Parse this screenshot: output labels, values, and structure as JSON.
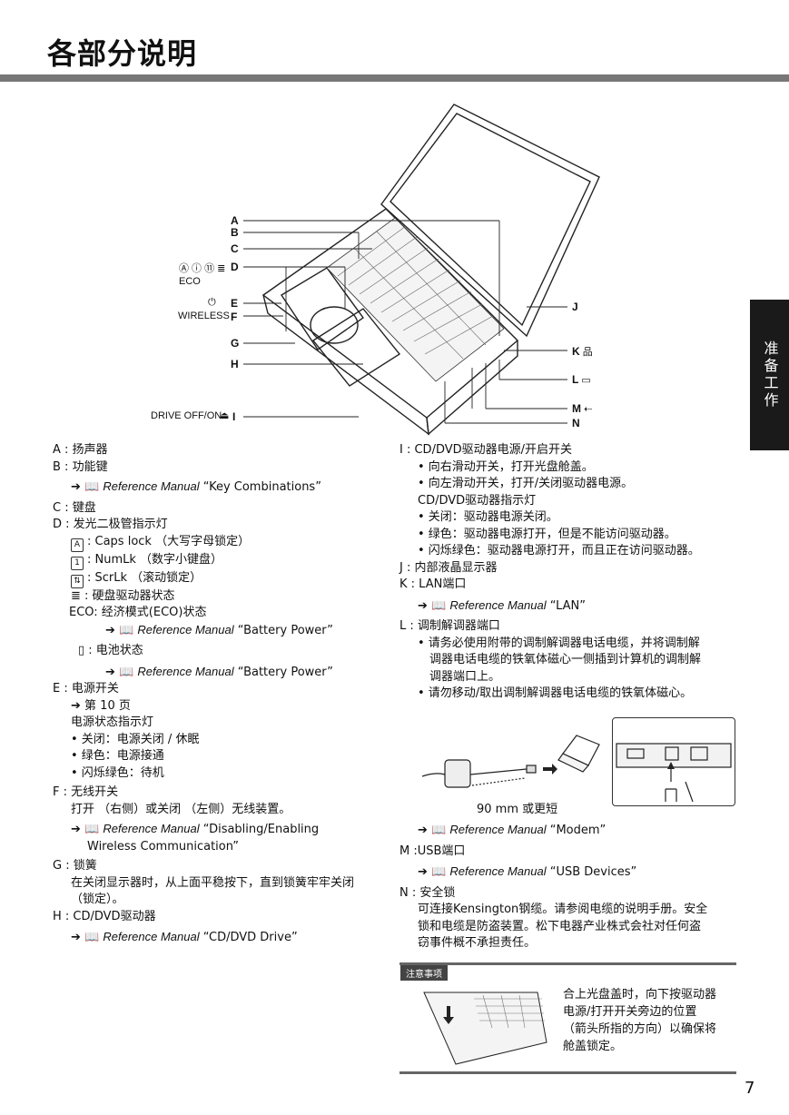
{
  "header": {
    "title": "各部分说明",
    "side_tab": "准备工作"
  },
  "figure": {
    "callouts": {
      "A": "A",
      "B": "B",
      "C": "C",
      "D": "D",
      "E": "E",
      "F": "F",
      "G": "G",
      "H": "H",
      "I": "I",
      "J": "J",
      "K": "K",
      "L": "L",
      "M": "M",
      "N": "N",
      "eco": "ECO",
      "wireless": "WIRELESS",
      "drive": "DRIVE OFF/ON"
    }
  },
  "left_col": {
    "A": "A : 扬声器",
    "B": "B : 功能键",
    "B_ref": "Reference Manual",
    "B_ref_q": "“Key Combinations”",
    "C": "C : 键盘",
    "D": "D : 发光二极管指示灯",
    "D1_icon": "A",
    "D1": ": Caps lock （大写字母锁定）",
    "D2_icon": "1",
    "D2": ": NumLk （数字小键盘）",
    "D3_icon": "⇅",
    "D3": ": ScrLk （滚动锁定）",
    "D4": ": 硬盘驱动器状态",
    "D5_eco": "ECO",
    "D5": ": 经济模式(ECO)状态",
    "D5_ref": "Reference Manual",
    "D5_ref_q": "“Battery Power”",
    "D6": ": 电池状态",
    "D6_ref": "Reference Manual",
    "D6_ref_q": "“Battery Power”",
    "E": "E : 电源开关",
    "E_page": "第 10 页",
    "E_led": "电源状态指示灯",
    "E_b1": "• 关闭：电源关闭 / 休眠",
    "E_b2": "• 绿色：电源接通",
    "E_b3": "• 闪烁绿色：待机",
    "F": "F : 无线开关",
    "F_desc": "打开 （右侧）或关闭 （左侧）无线装置。",
    "F_ref": "Reference Manual",
    "F_ref_q": "“Disabling/Enabling",
    "F_ref_q2": "Wireless Communication”",
    "G": "G : 锁簧",
    "G_d1": "在关闭显示器时，从上面平稳按下，直到锁簧牢牢关闭",
    "G_d2": "（锁定）。",
    "H": "H : CD/DVD驱动器",
    "H_ref": "Reference Manual",
    "H_ref_q": "“CD/DVD Drive”"
  },
  "right_col": {
    "I": "I :  CD/DVD驱动器电源/开启开关",
    "I_b1": "• 向右滑动开关，打开光盘舱盖。",
    "I_b2": "• 向左滑动开关，打开/关闭驱动器电源。",
    "I_led": "CD/DVD驱动器指示灯",
    "I_b3": "• 关闭：驱动器电源关闭。",
    "I_b4": "• 绿色：驱动器电源打开，但是不能访问驱动器。",
    "I_b5": "• 闪烁绿色：驱动器电源打开，而且正在访问驱动器。",
    "J": "J : 内部液晶显示器",
    "K": "K : LAN端口",
    "K_ref": "Reference Manual",
    "K_ref_q": "“LAN”",
    "L": "L : 调制解调器端口",
    "L_b1": "• 请务必使用附带的调制解调器电话电缆，并将调制解",
    "L_b1b": "调器电话电缆的铁氧体磁心一侧插到计算机的调制解",
    "L_b1c": "调器端口上。",
    "L_b2": "• 请勿移动/取出调制解调器电话电缆的铁氧体磁心。",
    "L_len": "90 mm 或更短",
    "L_ref": "Reference Manual",
    "L_ref_q": "“Modem”",
    "M": "M :USB端口",
    "M_ref": "Reference Manual",
    "M_ref_q": "“USB Devices”",
    "N": "N : 安全锁",
    "N_d1": "可连接Kensington钢缆。请参阅电缆的说明手册。安全",
    "N_d2": "锁和电缆是防盗装置。松下电器产业株式会社对任何盗",
    "N_d3": "窃事件概不承担责任。"
  },
  "note": {
    "tag": "注意事项",
    "l1": "合上光盘盖时，向下按驱动器",
    "l2": "电源/打开开关旁边的位置",
    "l3": "（箭头所指的方向）以确保将",
    "l4": "舱盖锁定。"
  },
  "page_number": "7"
}
